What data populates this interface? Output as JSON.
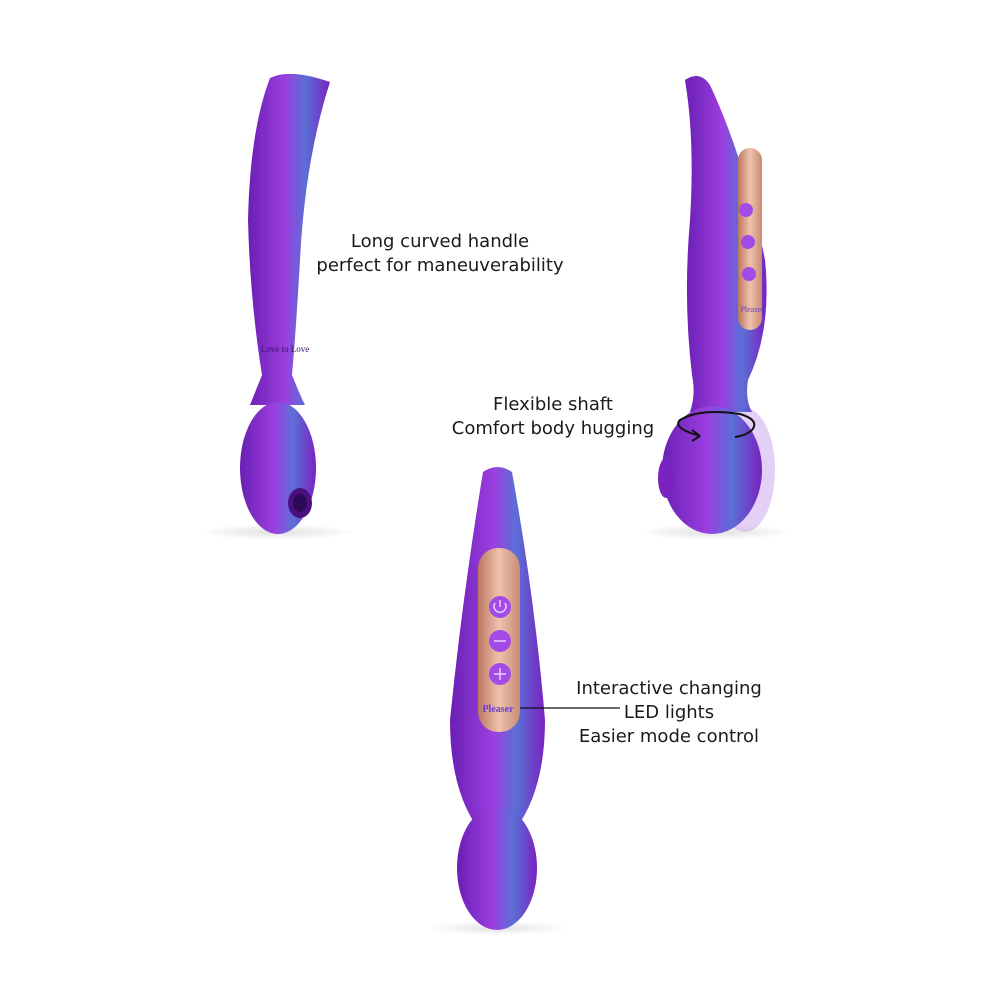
{
  "colors": {
    "body_light": "#9b3fe0",
    "body_dark": "#6a1fb3",
    "sheen": "#5b6fd6",
    "panel": "#d9a08a",
    "button": "#a24be8",
    "text": "#1a1a1a"
  },
  "products": [
    {
      "view": "back",
      "logo_text": "Love to Love"
    },
    {
      "view": "side",
      "logo_text": "Pleaser"
    },
    {
      "view": "front",
      "logo_text": "Pleaser",
      "buttons": [
        "power-icon",
        "minus-icon",
        "plus-icon"
      ]
    }
  ],
  "callouts": {
    "handle": {
      "line1": "Long curved handle",
      "line2": "perfect for maneuverability"
    },
    "shaft": {
      "line1": "Flexible shaft",
      "line2": "Comfort body hugging"
    },
    "controls": {
      "line1": "Interactive changing",
      "line2": "LED lights",
      "line3": "Easier mode control"
    }
  }
}
